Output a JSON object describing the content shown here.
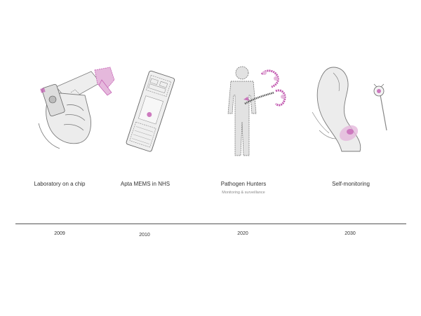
{
  "milestones": [
    {
      "label": "Laboratory on a chip",
      "sublabel": "",
      "year": "2009",
      "icon": "hand-holding-chip-icon"
    },
    {
      "label": "Apta MEMS in NHS",
      "sublabel": "",
      "year": "2010",
      "icon": "mems-device-icon"
    },
    {
      "label": "Pathogen Hunters",
      "sublabel": "Monitoring & surveillance",
      "year": "2020",
      "icon": "human-silhouette-icon"
    },
    {
      "label": "Self-monitoring",
      "sublabel": "",
      "year": "2030",
      "icon": "arm-sensor-icon"
    }
  ],
  "colors": {
    "accent": "#c25ab0",
    "sketch": "#7a7a7a",
    "fill": "#e8e8e8",
    "line": "#555555"
  }
}
